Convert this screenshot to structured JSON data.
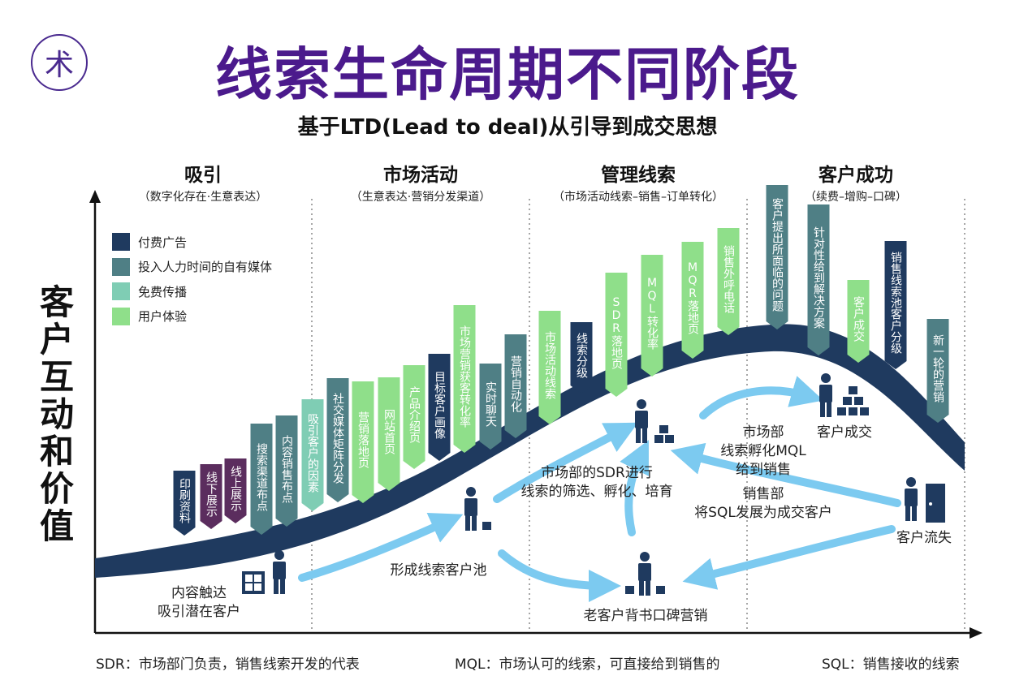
{
  "header": {
    "logo_char": "术",
    "title": "线索生命周期不同阶段",
    "subtitle": "基于LTD(Lead to deal)从引导到成交思想"
  },
  "y_axis_label": "客户互动和价值",
  "stages": [
    {
      "title": "吸引",
      "subtitle": "（数字化存在·生意表达）"
    },
    {
      "title": "市场活动",
      "subtitle": "（生意表达·营销分发渠道）"
    },
    {
      "title": "管理线索",
      "subtitle": "（市场活动线索–销售–订单转化）"
    },
    {
      "title": "客户成功",
      "subtitle": "（续费–增购–口碑）"
    }
  ],
  "legend": [
    {
      "label": "付费广告",
      "color": "#1f3a5f"
    },
    {
      "label": "投入人力时间的自有媒体",
      "color": "#4f7f85"
    },
    {
      "label": "免费传播",
      "color": "#7fcdb4"
    },
    {
      "label": "用户体验",
      "color": "#8fdf8a"
    }
  ],
  "curve_color": "#1f3a5f",
  "arrow_color": "#7ccaf0",
  "bars": [
    {
      "label": "印刷资料",
      "cat": 0
    },
    {
      "label": "线下展示",
      "cat": 4
    },
    {
      "label": "线上展示",
      "cat": 4
    },
    {
      "label": "搜索渠道布点",
      "cat": 1
    },
    {
      "label": "内容销售布点",
      "cat": 1
    },
    {
      "label": "吸引客户的因素",
      "cat": 2
    },
    {
      "label": "社交媒体矩阵分发",
      "cat": 1
    },
    {
      "label": "营销落地页",
      "cat": 3
    },
    {
      "label": "网站首页",
      "cat": 3
    },
    {
      "label": "产品介绍页",
      "cat": 3
    },
    {
      "label": "目标客户画像",
      "cat": 0
    },
    {
      "label": "市场营销获客转化率",
      "cat": 3
    },
    {
      "label": "实时聊天",
      "cat": 1
    },
    {
      "label": "营销自动化",
      "cat": 1
    },
    {
      "label": "市场活动线索",
      "cat": 3
    },
    {
      "label": "线索分级",
      "cat": 0
    },
    {
      "label": "SDR落地页",
      "cat": 3
    },
    {
      "label": "MQL转化率",
      "cat": 3
    },
    {
      "label": "MQR落地页",
      "cat": 3
    },
    {
      "label": "销售外呼电话",
      "cat": 3
    },
    {
      "label": "客户提出所面临的问题",
      "cat": 1
    },
    {
      "label": "针对性给到解决方案",
      "cat": 1
    },
    {
      "label": "客户成交",
      "cat": 3
    },
    {
      "label": "销售线索池客户分级",
      "cat": 0
    },
    {
      "label": "新一轮的营销",
      "cat": 1
    }
  ],
  "bar_colors": [
    "#1f3a5f",
    "#4f7f85",
    "#7fcdb4",
    "#8fdf8a",
    "#5b2d5e"
  ],
  "flow_labels": {
    "attract": "内容触达\n吸引潜在客户",
    "pool": "形成线索客户池",
    "sdr": "市场部的SDR进行\n线索的筛选、孵化、培育",
    "mql": "市场部\n线索孵化MQL\n给到销售",
    "deal": "客户成交",
    "sql": "销售部\n将SQL发展为成交客户",
    "churn": "客户流失",
    "referral": "老客户背书口碑营销"
  },
  "footer": {
    "sdr": "SDR：市场部门负责，销售线索开发的代表",
    "mql": "MQL：市场认可的线索，可直接给到销售的",
    "sql": "SQL：销售接收的线索"
  }
}
